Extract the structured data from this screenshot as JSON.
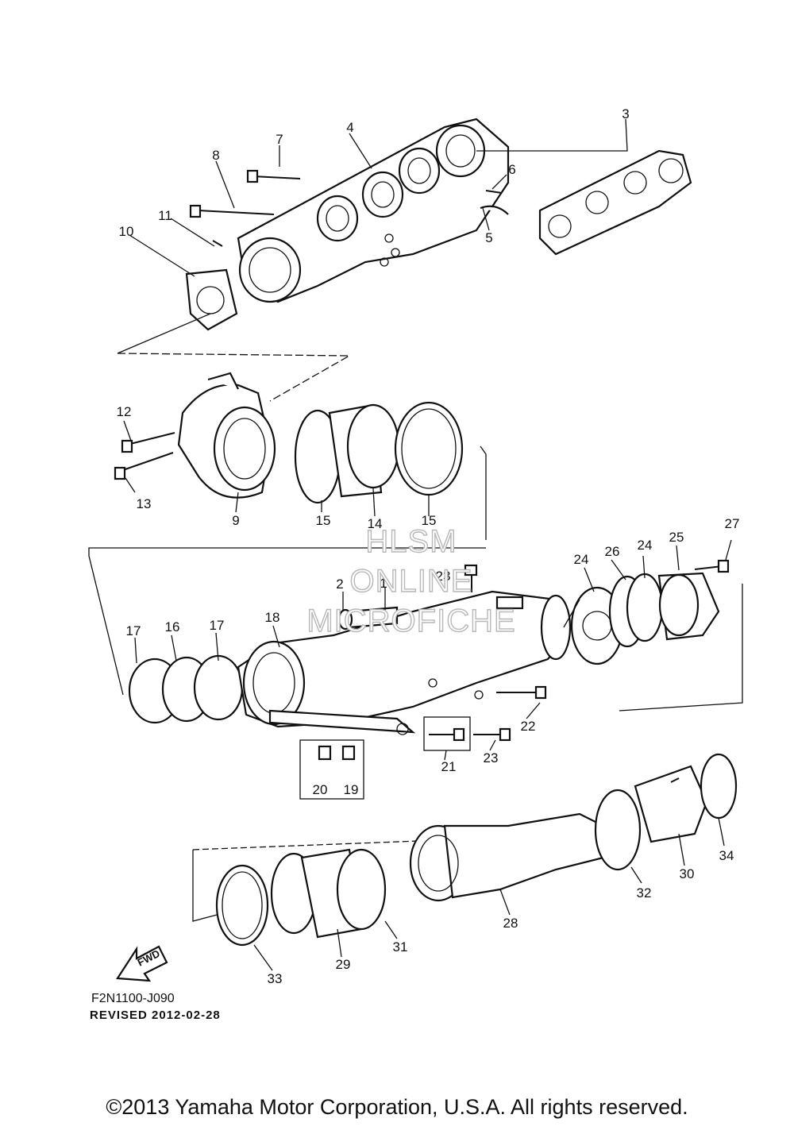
{
  "diagram": {
    "part_numbers": [
      "1",
      "2",
      "3",
      "4",
      "5",
      "6",
      "7",
      "8",
      "9",
      "10",
      "11",
      "12",
      "13",
      "14",
      "15",
      "15",
      "16",
      "17",
      "17",
      "18",
      "19",
      "20",
      "21",
      "22",
      "23",
      "23",
      "24",
      "24",
      "25",
      "26",
      "27",
      "28",
      "29",
      "30",
      "31",
      "32",
      "33",
      "34"
    ],
    "watermark": [
      "HLSM",
      "ONLINE",
      "MICROFICHE"
    ],
    "direction_label": "FWD",
    "figure_code": "F2N1100-J090",
    "revised": "REVISED 2012-02-28",
    "copyright": "©2013 Yamaha Motor Corporation, U.S.A. All rights reserved.",
    "icons": [
      "forward-arrow-icon"
    ]
  }
}
